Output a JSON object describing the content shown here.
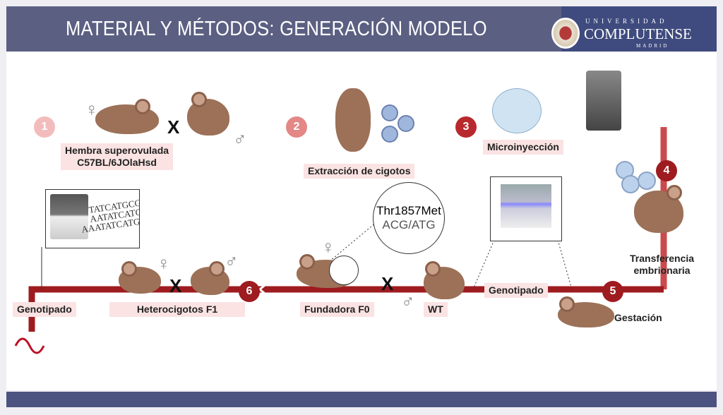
{
  "header": {
    "title": "MATERIAL Y MÉTODOS: GENERACIÓN MODELO",
    "logo": {
      "line1": "UNIVERSIDAD",
      "line2": "COMPLUTENSE",
      "line3": "MADRID"
    }
  },
  "steps": [
    {
      "number": "1",
      "label_line1": "Hembra superovulada",
      "label_line2": "C57BL/6JOlaHsd"
    },
    {
      "number": "2",
      "label": "Extracción de cigotos"
    },
    {
      "number": "3",
      "label": "Microinyección"
    },
    {
      "number": "4",
      "label_line1": "Transferencia",
      "label_line2": "embrionaria"
    },
    {
      "number": "5",
      "label": "Gestación"
    },
    {
      "number": "6",
      "label": "Heterocigotos F1"
    }
  ],
  "labels": {
    "genotipado_mid": "Genotipado",
    "fundadora": "Fundadora F0",
    "wt": "WT",
    "genotipado_end": "Genotipado"
  },
  "mutation": {
    "name": "Thr1857Met",
    "codon": "ACG/ATG"
  },
  "sequence": [
    "TATCATGCGCAT",
    "AATATCATGCG",
    "AAATATCATGCGCAT"
  ],
  "symbols": {
    "cross": "X",
    "female": "♀",
    "male": "♂"
  },
  "colors": {
    "path_red": "#c0393b",
    "path_dark": "#9e1b1f",
    "header": "#5b5f82"
  }
}
